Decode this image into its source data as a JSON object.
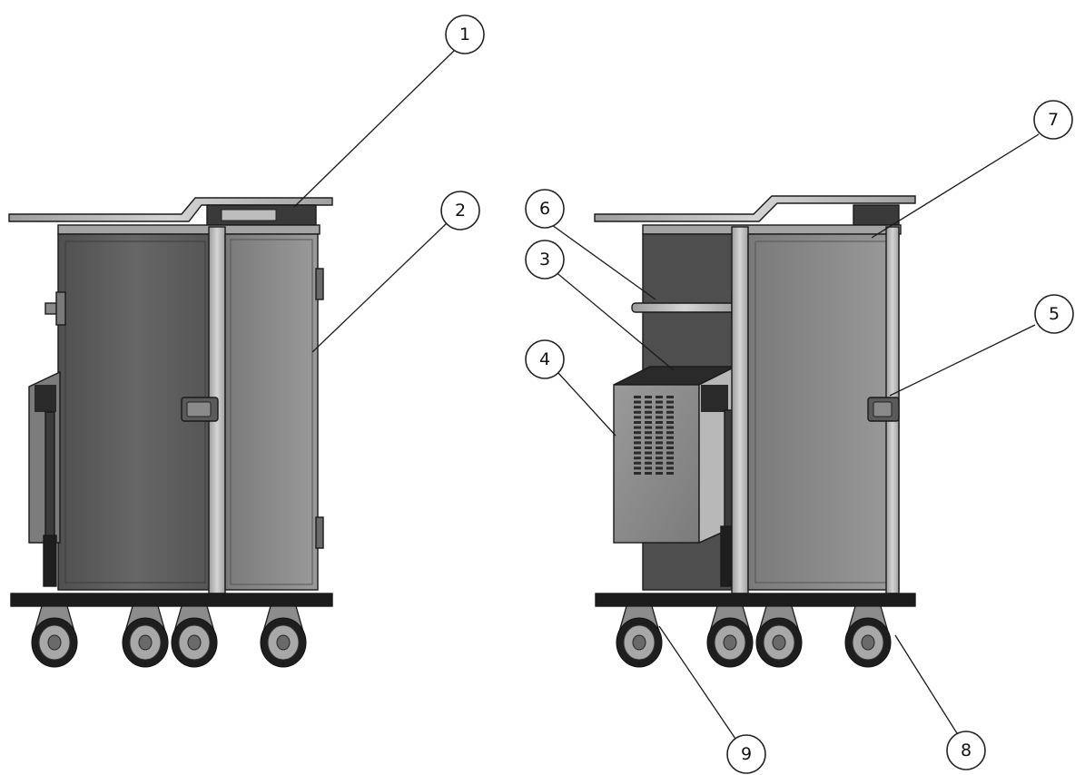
{
  "callouts": [
    {
      "label": "1"
    },
    {
      "label": "2"
    },
    {
      "label": "3"
    },
    {
      "label": "4"
    },
    {
      "label": "5"
    },
    {
      "label": "6"
    },
    {
      "label": "7"
    },
    {
      "label": "8"
    },
    {
      "label": "9"
    }
  ],
  "colors": {
    "panel_dark": "#5e5e5e",
    "panel_mid": "#8a8a8a",
    "frame_steel": "#b4b4b4",
    "base_black": "#1c1c1c",
    "wheel_grey": "#9a9a9a"
  }
}
